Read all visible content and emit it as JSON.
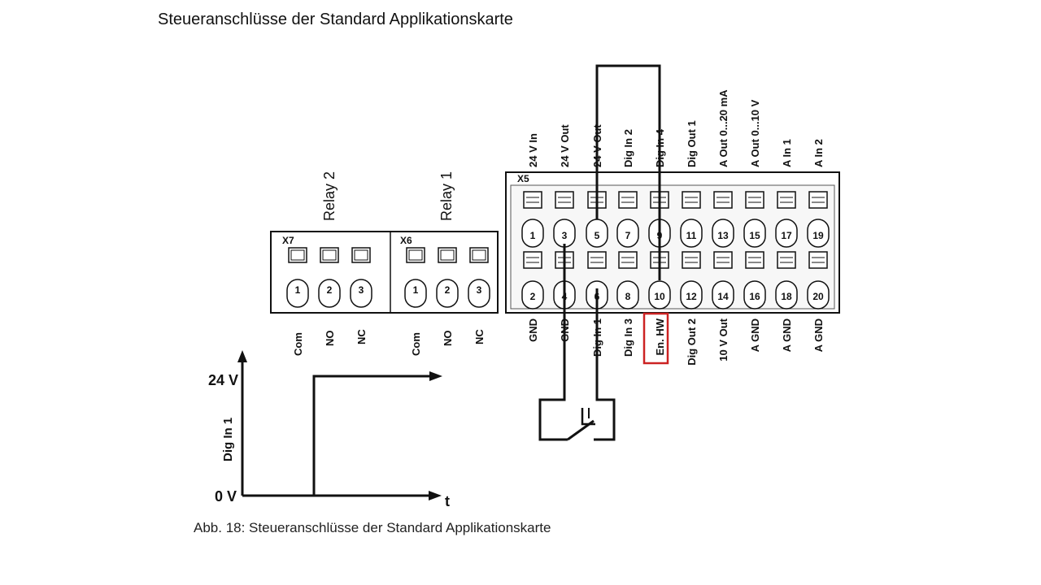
{
  "title": "Steueranschlüsse der Standard Applikationskarte",
  "caption": "Abb. 18: Steueranschlüsse der Standard Applikationskarte",
  "colors": {
    "line": "#111111",
    "highlight": "#cc2222",
    "pad": "#ffffff",
    "board": "#f2f2f2"
  },
  "x7": {
    "header": "X7",
    "relay_label": "Relay 2",
    "terminals": [
      "1",
      "2",
      "3"
    ],
    "labels": [
      "Com",
      "NO",
      "NC"
    ]
  },
  "x6": {
    "header": "X6",
    "relay_label": "Relay 1",
    "terminals": [
      "1",
      "2",
      "3"
    ],
    "labels": [
      "Com",
      "NO",
      "NC"
    ]
  },
  "x5": {
    "header": "X5",
    "top_numbers": [
      "1",
      "3",
      "5",
      "7",
      "9",
      "11",
      "13",
      "15",
      "17",
      "19"
    ],
    "bottom_numbers": [
      "2",
      "4",
      "6",
      "8",
      "10",
      "12",
      "14",
      "16",
      "18",
      "20"
    ],
    "top_labels": [
      "24 V In",
      "24 V Out",
      "24 V Out",
      "Dig In 2",
      "Dig In 4",
      "Dig Out 1",
      "A Out 0...20 mA",
      "A Out 0...10 V",
      "A In 1",
      "A In 2"
    ],
    "bottom_labels": [
      "GND",
      "GND",
      "Dig In 1",
      "Dig In 3",
      "En. HW",
      "Dig Out 2",
      "10 V Out",
      "A GND",
      "A GND",
      "A GND"
    ],
    "highlighted_label": "En. HW"
  },
  "timing": {
    "y_high": "24 V",
    "y_low": "0 V",
    "y_label": "Dig In 1",
    "x_label": "t"
  }
}
